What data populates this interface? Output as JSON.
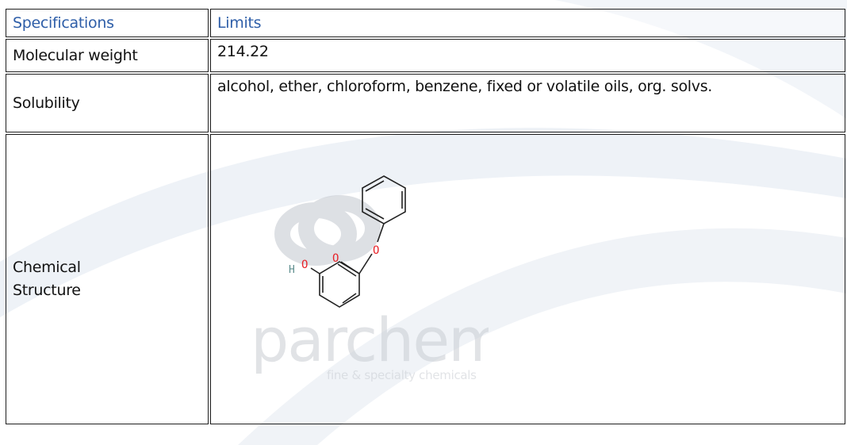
{
  "table": {
    "headers": {
      "left": "Specifications",
      "right": "Limits"
    },
    "rows": [
      {
        "label": "Molecular weight",
        "value": "214.22"
      },
      {
        "label": "Solubility",
        "value": "alcohol, ether, chloroform, benzene, fixed or volatile oils, org. solvs."
      },
      {
        "label": "Chemical\nStructure",
        "value": ""
      }
    ]
  },
  "structure": {
    "atom_o_carbonyl": "O",
    "atom_o_ester": "O",
    "atom_o_hydroxyl": "O",
    "atom_h_hydroxyl": "H"
  },
  "watermark": {
    "brand": "parchem",
    "tagline": "fine & specialty chemicals"
  },
  "colors": {
    "header_text": "#2e5ea8",
    "oxygen": "#e8232a",
    "hydrogen": "#5f8f8f",
    "watermark": "#c9cdd3"
  }
}
